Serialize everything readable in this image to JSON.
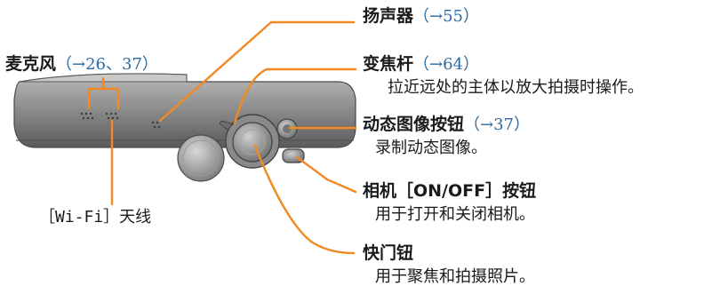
{
  "colors": {
    "leader": "#f28a22",
    "camera_body": "#8f8f8f",
    "camera_shade": "#5e5e5e",
    "ref_text": "#2b6aa0"
  },
  "labels": {
    "speaker": {
      "name": "扬声器",
      "ref": "（→55）"
    },
    "zoom_lever": {
      "name": "变焦杆",
      "ref": "（→64）",
      "desc": "拉近远处的主体以放大拍摄时操作。"
    },
    "motion_button": {
      "name": "动态图像按钮",
      "ref": "（→37）",
      "desc": "录制动态图像。"
    },
    "power_button": {
      "name": "相机［ON/OFF］按钮",
      "desc": "用于打开和关闭相机。"
    },
    "shutter": {
      "name": "快门钮",
      "desc": "用于聚焦和拍摄照片。"
    },
    "microphone": {
      "name": "麦克风",
      "ref": "（→26、37）"
    },
    "wifi_antenna": {
      "name": "［Wi-Fi］天线"
    }
  }
}
